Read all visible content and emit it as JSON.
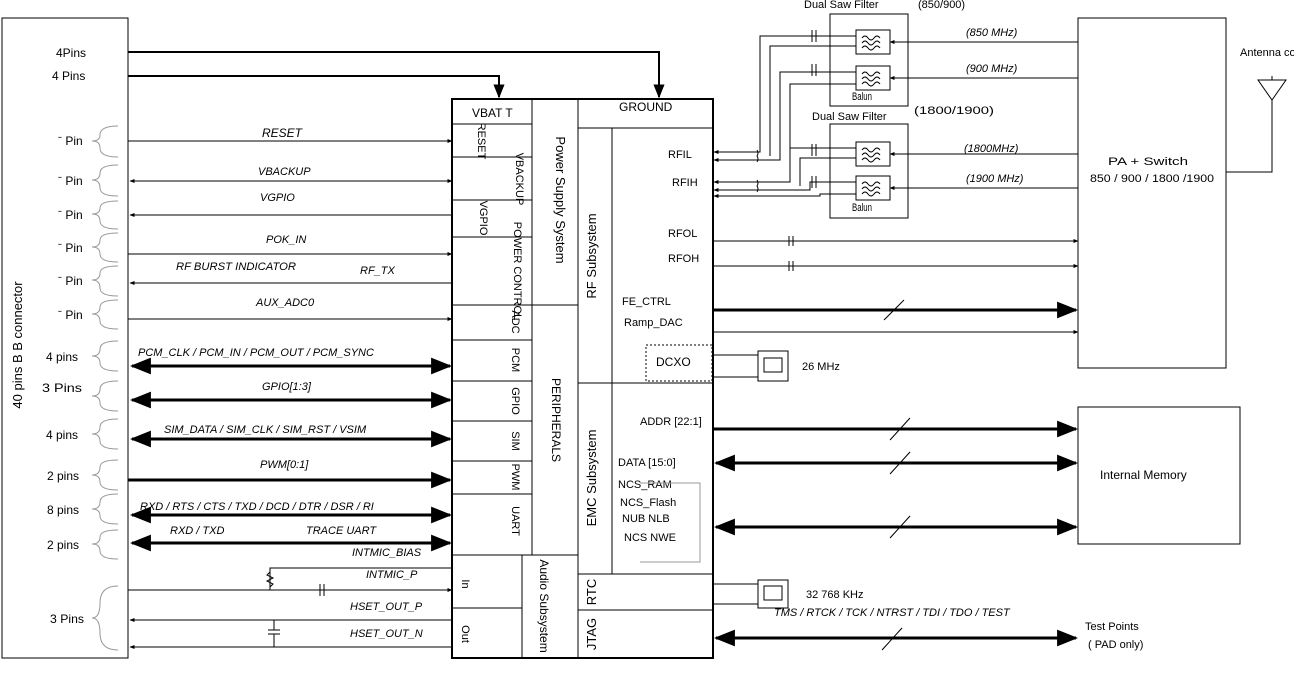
{
  "connector": {
    "title": "40 pins B B connector",
    "pins_top1": "4Pins",
    "pins_top2": "4 Pins",
    "pin_labels": [
      "ˉ Pin",
      "ˉ Pin",
      "ˉ Pin",
      "ˉ Pin",
      "ˉ Pin",
      "ˉ Pin"
    ],
    "pins_pcm": "4 pins",
    "pins_gpio": "3 Pins",
    "pins_sim": "4 pins",
    "pins_pwm": "2 pins",
    "pins_uart": "8 pins",
    "pins_trace": "2 pins",
    "pins_audio": "3 Pins"
  },
  "signals": {
    "reset": "RESET",
    "vbackup": "VBACKUP",
    "vgpio": "VGPIO",
    "pok": "POK_IN",
    "rf_burst": "RF BURST INDICATOR",
    "rf_tx": "RF_TX",
    "aux_adc": "AUX_ADC0",
    "pcm": "PCM_CLK / PCM_IN / PCM_OUT / PCM_SYNC",
    "gpio": "GPIO[1:3]",
    "sim": "SIM_DATA / SIM_CLK / SIM_RST / VSIM",
    "pwm": "PWM[0:1]",
    "uart": "RXD / RTS / CTS / TXD / DCD / DTR / DSR / RI",
    "trace_pins": "RXD / TXD",
    "trace_uart": "TRACE UART",
    "intmic_bias": "INTMIC_BIAS",
    "intmic_p": "INTMIC_P",
    "hset_p": "HSET_OUT_P",
    "hset_n": "HSET_OUT_N",
    "jtag": "TMS / RTCK / TCK / NTRST / TDI / TDO / TEST"
  },
  "module": {
    "vbatt": "VBAT T",
    "ground": "GROUND",
    "power_system": "Power Supply System",
    "reset_blk": "RESET",
    "vbackup_blk": "VBACKUP",
    "vgpio_blk": "VGPIO",
    "power_control": "POWER CONTROL",
    "adc": "ADC",
    "pcm": "PCM",
    "gpio": "GPIO",
    "sim": "SIM",
    "pwm": "PWM",
    "uart": "UART",
    "peripherals": "PERIPHERALS",
    "rf_subsystem": "RF Subsystem",
    "rfil": "RFIL",
    "rfih": "RFIH",
    "rfol": "RFOL",
    "rfoh": "RFOH",
    "fe_ctrl": "FE_CTRL",
    "ramp_dac": "Ramp_DAC",
    "dcxo": "DCXO",
    "emc_subsystem": "EMC Subsystem",
    "addr": "ADDR [22:1]",
    "data": "DATA [15:0]",
    "ncs_ram": "NCS_RAM",
    "ncs_flash": "NCS_Flash",
    "nub_nlb": "NUB NLB",
    "ncs_nwe": "NCS NWE",
    "rtc": "RTC",
    "jtag": "JTAG",
    "audio_subsystem": "Audio Subsystem",
    "audio_in": "In",
    "audio_out": "Out"
  },
  "rf_frontend": {
    "saw1_title": "Dual Saw Filter",
    "saw1_bands": "(850/900)",
    "saw2_title": "Dual Saw Filter",
    "saw2_bands": "(1800/1900)",
    "balun": "Balun",
    "f850": "(850 MHz)",
    "f900": "(900 MHz)",
    "f1800": "(1800MHz)",
    "f1900": "(1900 MHz)",
    "pa_switch": "PA + Switch",
    "pa_bands": "850 / 900 / 1800 /1900",
    "antenna": "Antenna connector"
  },
  "peripherals_right": {
    "xtal_26": "26 MHz",
    "xtal_32": "32 768 KHz",
    "internal_memory": "Internal Memory",
    "test_points": "Test Points",
    "pad_only": "( PAD only)"
  }
}
